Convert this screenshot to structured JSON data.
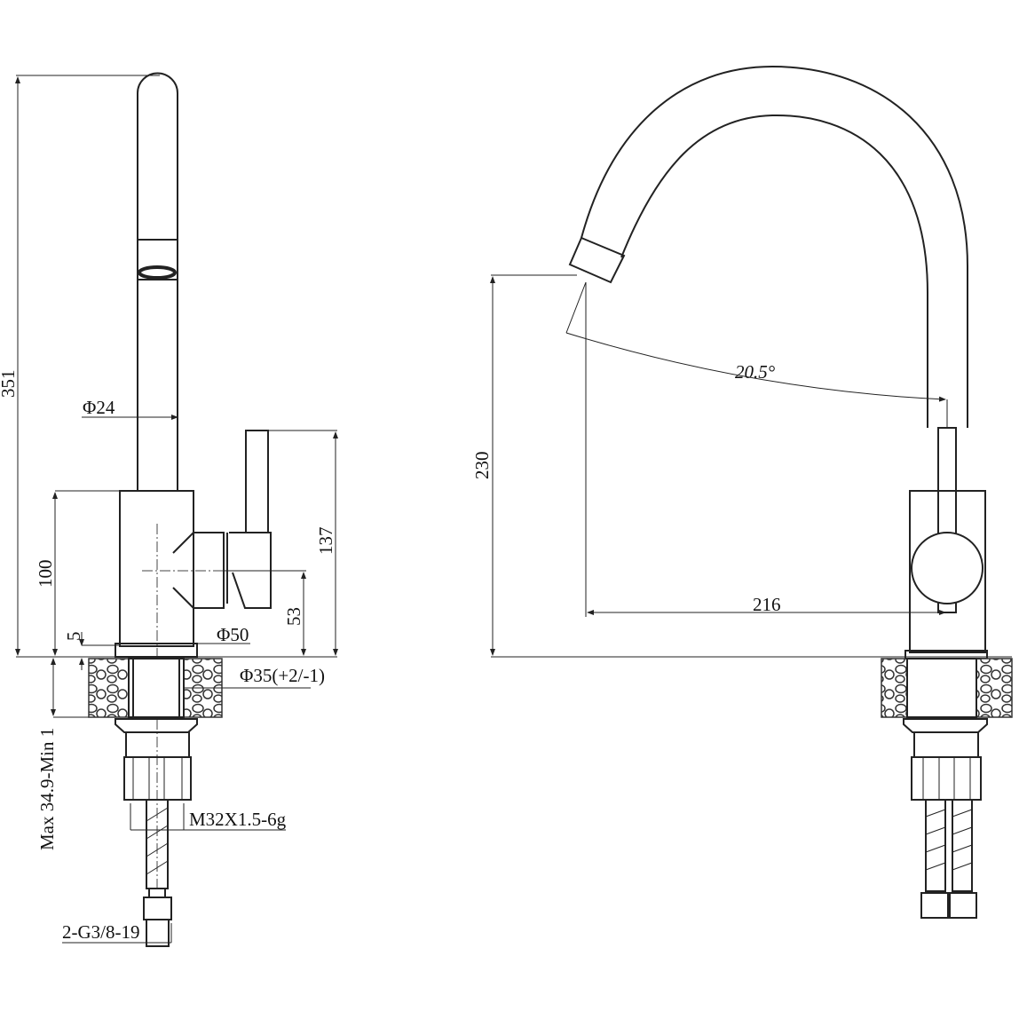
{
  "side_view": {
    "height_total": "351",
    "spout_diameter": "Φ24",
    "handle_height": "137",
    "body_height": "100",
    "handle_axis_height": "53",
    "flange_thickness": "5",
    "base_diameter": "Φ50",
    "hole_diameter": "Φ35(+2/-1)",
    "counter_thickness": "Max  34.9-Min  1",
    "thread": "M32X1.5-6g",
    "hose_connector": "2-G3/8-19"
  },
  "front_view": {
    "spout_height": "230",
    "spout_reach": "216",
    "swivel_angle": "20.5°"
  }
}
